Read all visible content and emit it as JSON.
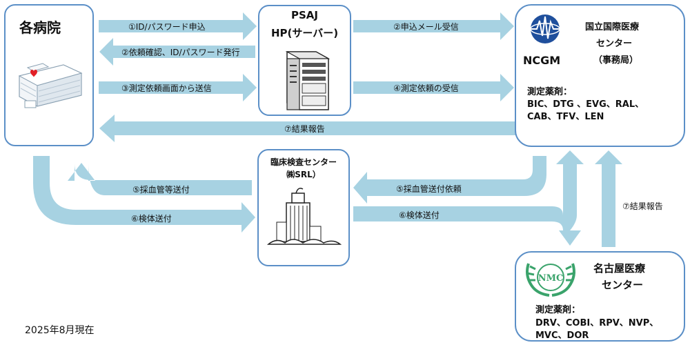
{
  "nodes": {
    "hospitals": {
      "title": "各病院"
    },
    "psaj": {
      "line1": "PSAJ",
      "line2": "HP(サーバー)"
    },
    "ncgm": {
      "logo_text": "NCGM",
      "name1": "国立国際医療",
      "name2": "センター",
      "name3": "（事務局）",
      "drug_heading": "測定薬剤：",
      "drug_line1": "BIC、DTG 、EVG、RAL、",
      "drug_line2": "CAB、TFV、LEN"
    },
    "srl": {
      "line1": "臨床検査センター",
      "line2": "㈱SRL）"
    },
    "nmc": {
      "logo_text": "NMC",
      "name1": "名古屋医療",
      "name2": "センター",
      "drug_heading": "測定薬剤：",
      "drug_line1": "DRV、COBI、RPV、NVP、",
      "drug_line2": "MVC、DOR"
    }
  },
  "arrow_labels": {
    "a1": "①ID/パスワード申込",
    "a2": "②依頼確認、ID/パスワード発行",
    "a3": "③測定依頼画面から送信",
    "a4": "②申込メール受信",
    "a5": "④測定依頼の受信",
    "a6": "⑦結果報告",
    "a7": "⑤採血管等送付",
    "a8": "⑥検体送付",
    "a9": "⑤採血管送付依頼",
    "a10": "⑥検体送付",
    "a11": "⑦結果報告"
  },
  "footer": {
    "date": "2025年8月現在"
  },
  "colors": {
    "arrow": "#a7d2e2",
    "border": "#5b8fc7",
    "logo_blue": "#1f4f9c",
    "logo_green": "#3aa36b"
  }
}
